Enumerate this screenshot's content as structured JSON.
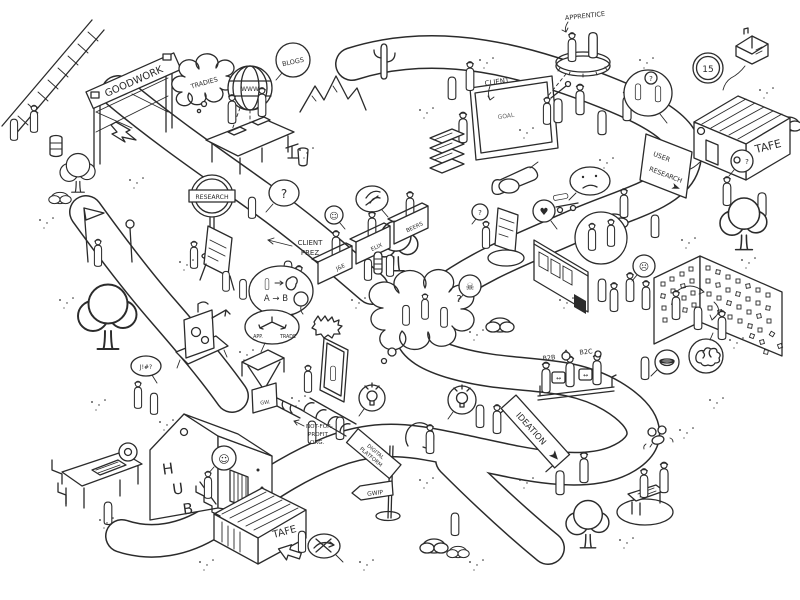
{
  "colors": {
    "ink": "#2b2b2b",
    "paper": "#ffffff"
  },
  "labels": {
    "arch_banner": "GOODWORK",
    "cloud_thought": "TRADIES",
    "bubble_blogs": "BLOGS",
    "globe": "WWW",
    "billboard_heading": "CLIENT",
    "billboard_note": "GOAL",
    "apprentice": "APPRENTICE",
    "badge_15": "15",
    "tafe_top": "TAFE",
    "user_research": [
      "USER",
      "RESEARCH"
    ],
    "research": "RESEARCH",
    "client_prez": [
      "CLIENT",
      "PREZ"
    ],
    "bubble_ab": "A → B",
    "branch_left": "APP.",
    "branch_right": "TRADE",
    "stall_1": "J&E",
    "stall_2": "ELIX",
    "stall_3": "BEERS",
    "bubble_exclaim": "J!#?",
    "hub": [
      "H",
      "U",
      "B"
    ],
    "funnel_box": "GW.",
    "not_for_profit": [
      "NOT-FOR-",
      "PROFIT",
      "ORG."
    ],
    "sign_digital": [
      "DIGITAL",
      "PLATFORM"
    ],
    "sign_gwip": "GWIP",
    "banner_ideation": "IDEATION",
    "b2b": "B2B",
    "b2c": "B2C",
    "tafe_bottom": "TAFE",
    "question_mark": "?",
    "swap_arrow": "↔"
  },
  "icons": {
    "smiley": "☺",
    "heart": "♥",
    "skull": "☠",
    "sad_face": "☹"
  }
}
